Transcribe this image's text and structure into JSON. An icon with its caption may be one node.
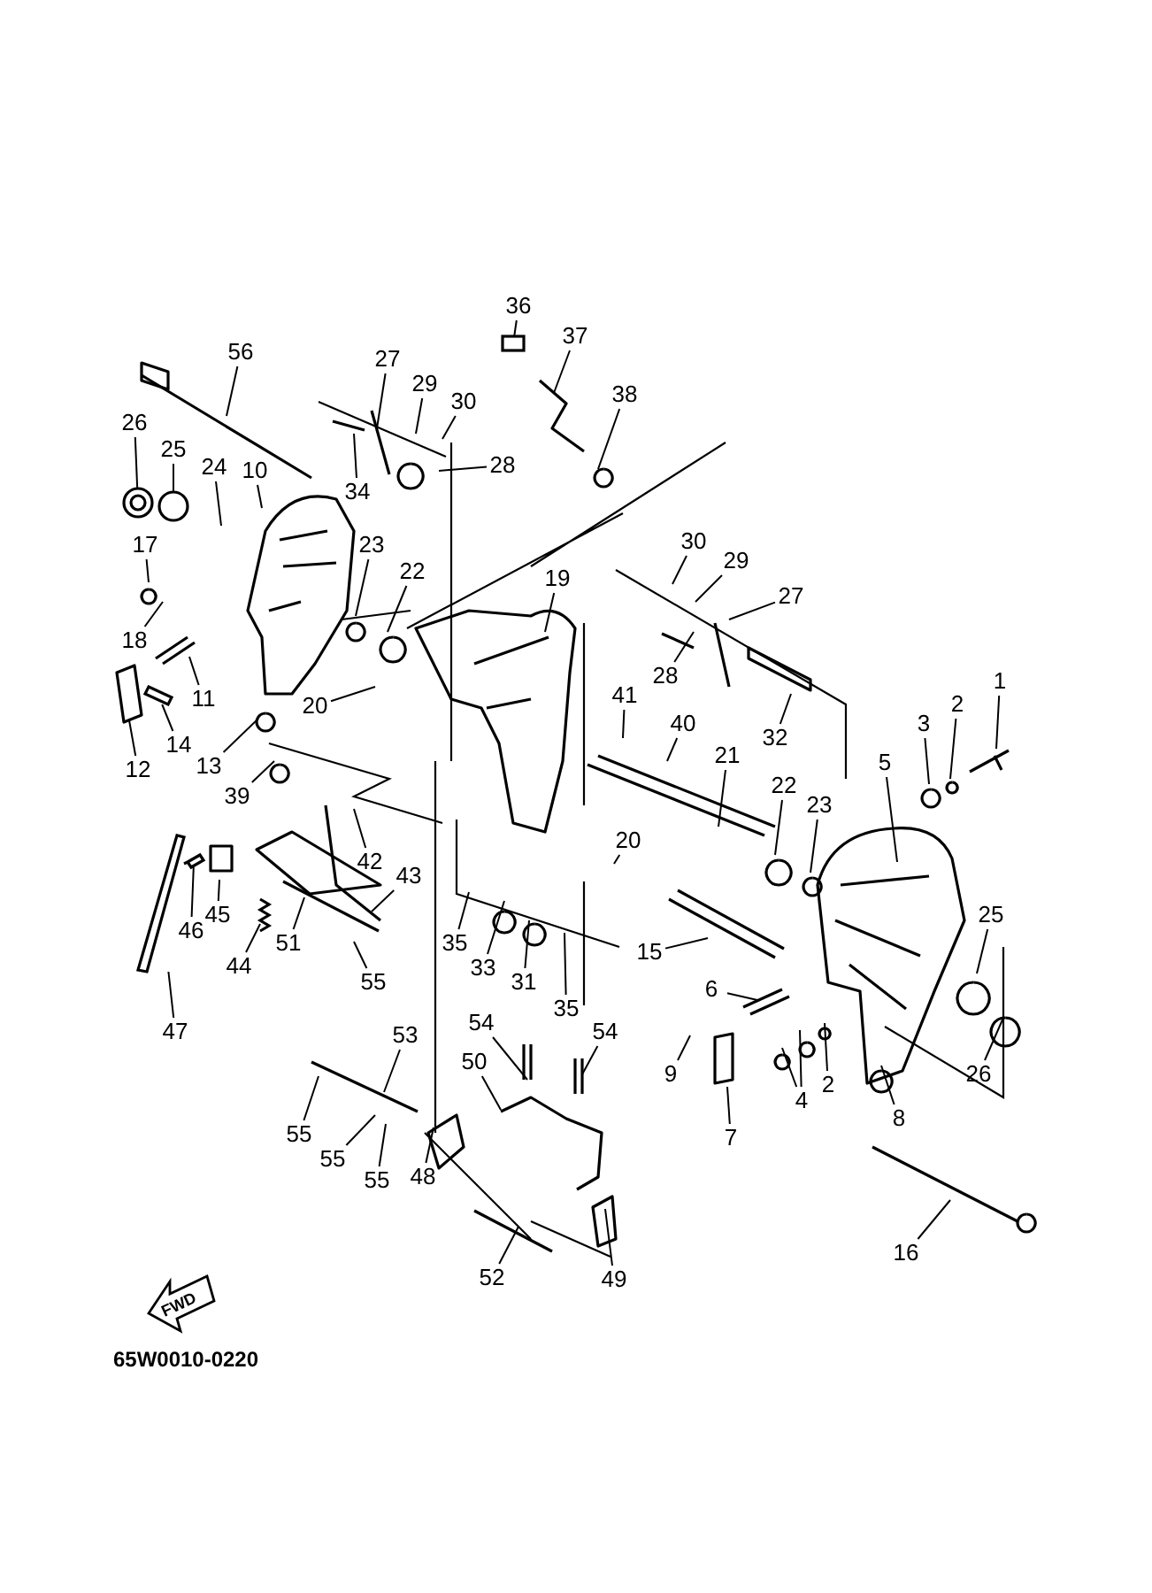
{
  "diagram": {
    "nodes": [
      {
        "text": [
          "36"
        ]
      },
      {
        "text": [
          "56"
        ]
      },
      {
        "text": [
          "37"
        ]
      },
      {
        "text": [
          "27"
        ]
      },
      {
        "text": [
          "29"
        ]
      },
      {
        "text": [
          "30"
        ]
      },
      {
        "text": [
          "38"
        ]
      },
      {
        "text": [
          "26"
        ]
      },
      {
        "text": [
          "25"
        ]
      },
      {
        "text": [
          "24"
        ]
      },
      {
        "text": [
          "10"
        ]
      },
      {
        "text": [
          "28"
        ]
      },
      {
        "text": [
          "34"
        ]
      },
      {
        "text": [
          "30"
        ]
      },
      {
        "text": [
          "17"
        ]
      },
      {
        "text": [
          "23"
        ]
      },
      {
        "text": [
          "29"
        ]
      },
      {
        "text": [
          "22"
        ]
      },
      {
        "text": [
          "19"
        ]
      },
      {
        "text": [
          "27"
        ]
      },
      {
        "text": [
          "18"
        ]
      },
      {
        "text": [
          "28"
        ]
      },
      {
        "text": [
          "1"
        ]
      },
      {
        "text": [
          "11"
        ]
      },
      {
        "text": [
          "41"
        ]
      },
      {
        "text": [
          "2"
        ]
      },
      {
        "text": [
          "20"
        ]
      },
      {
        "text": [
          "3"
        ]
      },
      {
        "text": [
          "40"
        ]
      },
      {
        "text": [
          "32"
        ]
      },
      {
        "text": [
          "14"
        ]
      },
      {
        "text": [
          "21"
        ]
      },
      {
        "text": [
          "5"
        ]
      },
      {
        "text": [
          "13"
        ]
      },
      {
        "text": [
          "12"
        ]
      },
      {
        "text": [
          "22"
        ]
      },
      {
        "text": [
          "39"
        ]
      },
      {
        "text": [
          "23"
        ]
      },
      {
        "text": [
          "20"
        ]
      },
      {
        "text": [
          "42"
        ]
      },
      {
        "text": [
          "43"
        ]
      },
      {
        "text": [
          "25"
        ]
      },
      {
        "text": [
          "45"
        ]
      },
      {
        "text": [
          "46"
        ]
      },
      {
        "text": [
          "51"
        ]
      },
      {
        "text": [
          "35"
        ]
      },
      {
        "text": [
          "15"
        ]
      },
      {
        "text": [
          "44"
        ]
      },
      {
        "text": [
          "33"
        ]
      },
      {
        "text": [
          "55"
        ]
      },
      {
        "text": [
          "31"
        ]
      },
      {
        "text": [
          "6"
        ]
      },
      {
        "text": [
          "35"
        ]
      },
      {
        "text": [
          "54"
        ]
      },
      {
        "text": [
          "47"
        ]
      },
      {
        "text": [
          "54"
        ]
      },
      {
        "text": [
          "53"
        ]
      },
      {
        "text": [
          "50"
        ]
      },
      {
        "text": [
          "26"
        ]
      },
      {
        "text": [
          "9"
        ]
      },
      {
        "text": [
          "2"
        ]
      },
      {
        "text": [
          "4"
        ]
      },
      {
        "text": [
          "8"
        ]
      },
      {
        "text": [
          "55"
        ]
      },
      {
        "text": [
          "7"
        ]
      },
      {
        "text": [
          "55"
        ]
      },
      {
        "text": [
          "48"
        ]
      },
      {
        "text": [
          "55"
        ]
      },
      {
        "text": [
          "16"
        ]
      },
      {
        "text": [
          "52"
        ]
      },
      {
        "text": [
          "49"
        ]
      },
      {
        "text": [],
        "shape": "box"
      },
      {
        "text": [],
        "shape": "picture"
      },
      {
        "text": [],
        "shape": "picture"
      },
      {
        "text": [],
        "shape": "picture"
      },
      {
        "text": [],
        "shape": "picture"
      },
      {
        "text": [],
        "shape": "picture"
      },
      {
        "text": [],
        "shape": "picture"
      }
    ],
    "edges": [
      {
        "from": 0,
        "to": 71,
        "arrow": "none"
      },
      {
        "from": 1,
        "to": null,
        "arrow": "none"
      },
      {
        "from": 2,
        "to": null,
        "arrow": "none"
      },
      {
        "from": 3,
        "to": null,
        "arrow": "none"
      },
      {
        "from": 4,
        "to": null,
        "arrow": "none"
      },
      {
        "from": 5,
        "to": null,
        "arrow": "none"
      },
      {
        "from": 6,
        "to": null,
        "arrow": "none"
      },
      {
        "from": 7,
        "to": 72,
        "arrow": "none"
      },
      {
        "from": 8,
        "to": 73,
        "arrow": "none"
      },
      {
        "from": 9,
        "to": null,
        "arrow": "none"
      },
      {
        "from": 10,
        "to": null,
        "arrow": "none"
      },
      {
        "from": 11,
        "to": null,
        "arrow": "none"
      },
      {
        "from": 12,
        "to": null,
        "arrow": "none"
      },
      {
        "from": 13,
        "to": null,
        "arrow": "none"
      },
      {
        "from": 14,
        "to": null,
        "arrow": "none"
      },
      {
        "from": 15,
        "to": null,
        "arrow": "none"
      },
      {
        "from": 16,
        "to": null,
        "arrow": "none"
      },
      {
        "from": 17,
        "to": null,
        "arrow": "none"
      },
      {
        "from": 18,
        "to": null,
        "arrow": "none"
      },
      {
        "from": 19,
        "to": null,
        "arrow": "none"
      },
      {
        "from": 20,
        "to": null,
        "arrow": "none"
      },
      {
        "from": 21,
        "to": null,
        "arrow": "none"
      },
      {
        "from": 22,
        "to": null,
        "arrow": "none"
      },
      {
        "from": 23,
        "to": null,
        "arrow": "none"
      },
      {
        "from": 24,
        "to": null,
        "arrow": "none"
      },
      {
        "from": 25,
        "to": null,
        "arrow": "none"
      },
      {
        "from": 26,
        "to": null,
        "arrow": "none"
      },
      {
        "from": 27,
        "to": null,
        "arrow": "none"
      },
      {
        "from": 28,
        "to": null,
        "arrow": "none"
      },
      {
        "from": 29,
        "to": null,
        "arrow": "none"
      },
      {
        "from": 30,
        "to": 74,
        "arrow": "none"
      },
      {
        "from": 31,
        "to": null,
        "arrow": "none"
      },
      {
        "from": 32,
        "to": null,
        "arrow": "none"
      },
      {
        "from": 33,
        "to": null,
        "arrow": "none"
      },
      {
        "from": 34,
        "to": null,
        "arrow": "none"
      },
      {
        "from": 35,
        "to": null,
        "arrow": "none"
      },
      {
        "from": 36,
        "to": null,
        "arrow": "none"
      },
      {
        "from": 37,
        "to": null,
        "arrow": "none"
      },
      {
        "from": 38,
        "to": null,
        "arrow": "none"
      },
      {
        "from": 39,
        "to": null,
        "arrow": "none"
      },
      {
        "from": 40,
        "to": null,
        "arrow": "none"
      },
      {
        "from": 41,
        "to": null,
        "arrow": "none"
      },
      {
        "from": 42,
        "to": null,
        "arrow": "none"
      },
      {
        "from": 43,
        "to": 77,
        "arrow": "none"
      },
      {
        "from": 44,
        "to": null,
        "arrow": "none"
      },
      {
        "from": 45,
        "to": null,
        "arrow": "none"
      },
      {
        "from": 46,
        "to": null,
        "arrow": "none"
      },
      {
        "from": 47,
        "to": 75,
        "arrow": "none"
      },
      {
        "from": 48,
        "to": null,
        "arrow": "none"
      },
      {
        "from": 49,
        "to": null,
        "arrow": "none"
      },
      {
        "from": 50,
        "to": null,
        "arrow": "none"
      },
      {
        "from": 51,
        "to": null,
        "arrow": "none"
      },
      {
        "from": 52,
        "to": null,
        "arrow": "none"
      },
      {
        "from": 53,
        "to": null,
        "arrow": "none"
      },
      {
        "from": 54,
        "to": 76,
        "arrow": "none"
      },
      {
        "from": 55,
        "to": null,
        "arrow": "none"
      },
      {
        "from": 56,
        "to": null,
        "arrow": "none"
      },
      {
        "from": 57,
        "to": null,
        "arrow": "none"
      },
      {
        "from": 58,
        "to": null,
        "arrow": "none"
      },
      {
        "from": 59,
        "to": null,
        "arrow": "none"
      },
      {
        "from": 60,
        "to": null,
        "arrow": "none"
      },
      {
        "from": 61,
        "to": null,
        "arrow": "none"
      },
      {
        "from": 61,
        "to": null,
        "arrow": "none"
      },
      {
        "from": 62,
        "to": null,
        "arrow": "none"
      },
      {
        "from": 63,
        "to": null,
        "arrow": "none"
      },
      {
        "from": 64,
        "to": null,
        "arrow": "none"
      },
      {
        "from": 65,
        "to": null,
        "arrow": "none"
      },
      {
        "from": 66,
        "to": null,
        "arrow": "none"
      },
      {
        "from": 67,
        "to": null,
        "arrow": "none"
      },
      {
        "from": 68,
        "to": null,
        "arrow": "none"
      },
      {
        "from": 69,
        "to": null,
        "arrow": "none"
      },
      {
        "from": 70,
        "to": null,
        "arrow": "none"
      }
    ],
    "labels": [
      "FWD",
      "65W0010-0220"
    ]
  }
}
